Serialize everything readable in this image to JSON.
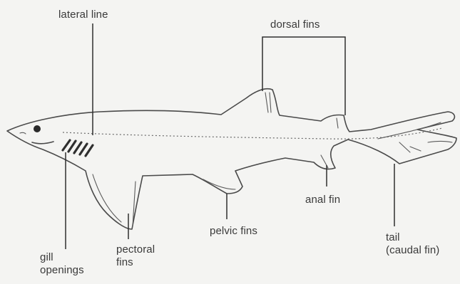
{
  "labels": {
    "lateral_line": "lateral line",
    "dorsal_fins": "dorsal fins",
    "anal_fin": "anal fin",
    "pelvic_fins": "pelvic fins",
    "pectoral_fins_line1": "pectoral",
    "pectoral_fins_line2": "fins",
    "gill_openings_line1": "gill",
    "gill_openings_line2": "openings",
    "tail_line1": "tail",
    "tail_line2": "(caudal fin)"
  },
  "colors": {
    "background": "#f4f4f2",
    "ink": "#3a3a3a"
  }
}
